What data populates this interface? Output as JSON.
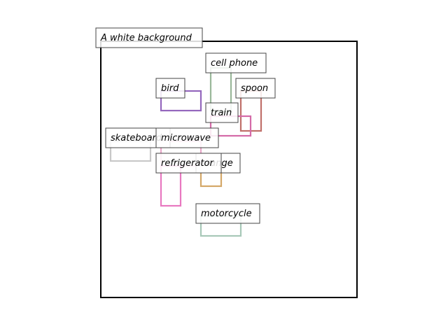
{
  "caption": "A white background",
  "objects": [
    {
      "label": "cell phone",
      "color": "#9ab89a"
    },
    {
      "label": "bird",
      "color": "#9467bd"
    },
    {
      "label": "spoon",
      "color": "#c0706a"
    },
    {
      "label": "train",
      "color": "#d46aa8"
    },
    {
      "label": "skateboard",
      "color": "#c8c8c8"
    },
    {
      "label": "microwave",
      "color": "#e8a8c8"
    },
    {
      "label": "orange",
      "color": "#d4a868"
    },
    {
      "label": "refrigerator",
      "color": "#e878c0"
    },
    {
      "label": "motorcycle",
      "color": "#a8c8b8"
    }
  ]
}
